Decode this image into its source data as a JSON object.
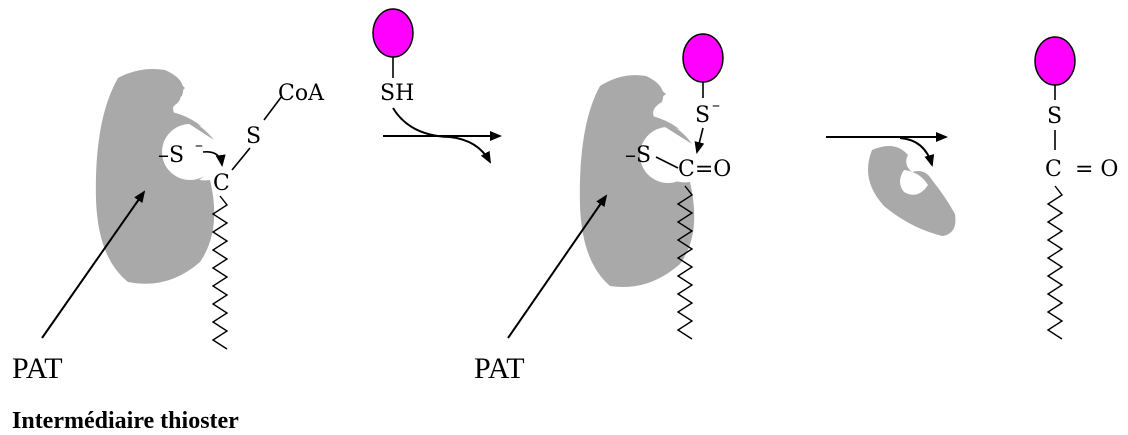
{
  "labels": {
    "coa": "CoA",
    "s1": "S",
    "s_thiolate1": "S",
    "c1": "C",
    "sh": "SH",
    "s_thiolate2": "S",
    "s_bound": "S",
    "c2_o": "C=O",
    "s3": "S",
    "c3": "C",
    "eq_o": "= O",
    "pat1": "PAT",
    "pat2": "PAT",
    "caption": "Intermédiaire thioster"
  },
  "colors": {
    "enzyme": "#a9a9a9",
    "substrate_ball": "#ff00ff"
  }
}
